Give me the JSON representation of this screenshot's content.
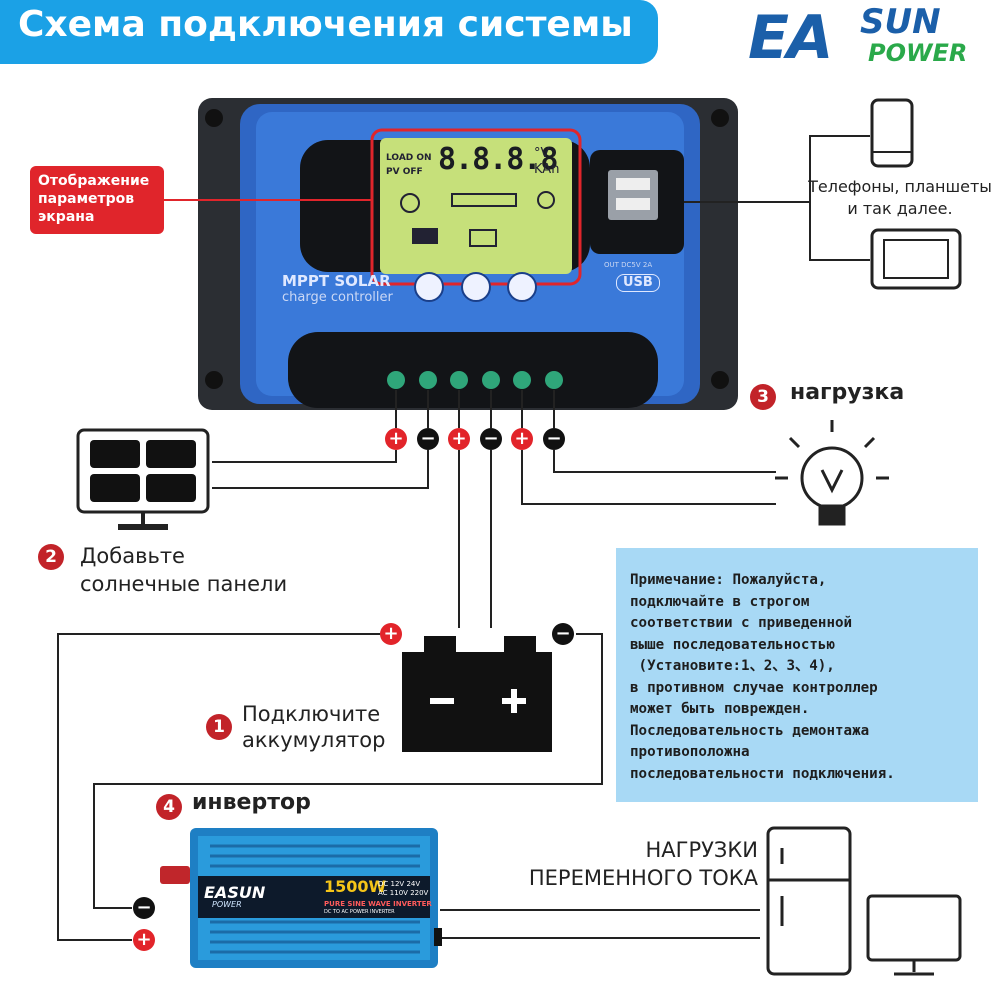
{
  "header": {
    "title": "Схема подключения системы"
  },
  "brand": {
    "logo_main": "EA",
    "logo_sun": "SUN",
    "logo_power": "POWER",
    "primary_color": "#1ba1e6",
    "logo_color": "#1b5fa9",
    "logo_green": "#2aa94a",
    "accent_red": "#c22329"
  },
  "controller": {
    "display_callout": [
      "Отображение",
      "параметров",
      "экрана"
    ],
    "lcd_digits": "8.8.8.8",
    "lcd_load_on": "LOAD ON",
    "lcd_pv_off": "PV OFF",
    "lcd_unit_v": "°V",
    "lcd_unit_kah": "KAh",
    "model_line1": "MPPT SOLAR",
    "model_line2": "charge controller",
    "usb_caption": "OUT DC5V 2A",
    "usb_label": "USB",
    "terminal_signs": [
      "+",
      "−",
      "+",
      "−",
      "+",
      "−"
    ]
  },
  "devices": {
    "phones_caption": [
      "Телефоны, планшеты",
      "и так далее."
    ]
  },
  "steps": {
    "load": {
      "number": "3",
      "label": "нагрузка"
    },
    "panels": {
      "number": "2",
      "label_line1": "Добавьте",
      "label_line2": "солнечные панели"
    },
    "battery": {
      "number": "1",
      "label_line1": "Подключите",
      "label_line2": "аккумулятор"
    },
    "inverter": {
      "number": "4",
      "label": "инвертор"
    }
  },
  "battery_signs": {
    "pos": "+",
    "neg": "−",
    "body_minus": "−",
    "body_plus": "+"
  },
  "inverter_signs": {
    "neg": "−",
    "pos": "+"
  },
  "inverter": {
    "logo_main": "EASUN",
    "logo_sub": "POWER",
    "power": "1500W",
    "spec_dc": "DC",
    "spec_12v": "12V",
    "spec_24v": "24V",
    "spec_ac": "AC",
    "spec_110v": "110V",
    "spec_220v": "220V",
    "subtitle": "PURE SINE WAVE INVERTER",
    "subtitle2": "DC TO AC POWER INVERTER"
  },
  "note": {
    "lines": [
      "Примечание: Пожалуйста,",
      "подключайте в строгом",
      "соответствии с приведенной",
      "выше последовательностью",
      " (Установите:1、2、3、4),",
      "в противном случае контроллер",
      "может быть поврежден.",
      "Последовательность демонтажа",
      "противоположна",
      "последовательности подключения."
    ]
  },
  "ac_loads": {
    "line1": "НАГРУЗКИ",
    "line2": "ПЕРЕМЕННОГО ТОКА"
  }
}
